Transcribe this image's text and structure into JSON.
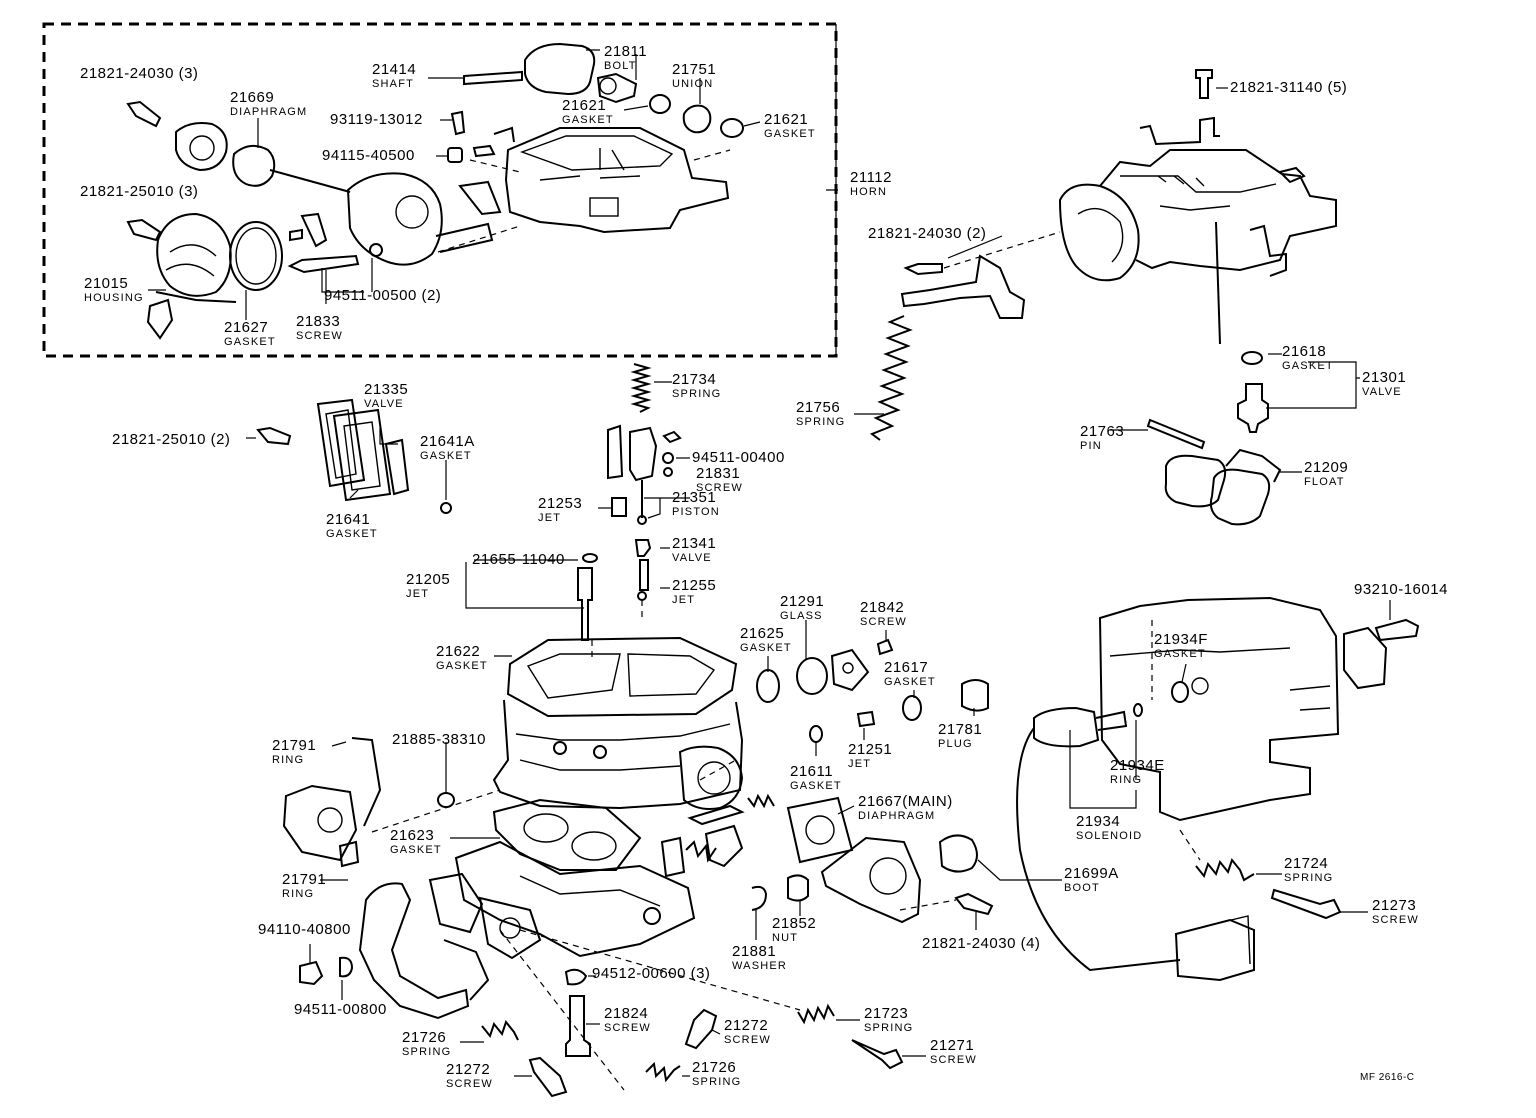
{
  "figure_ref": "MF 2616-C",
  "labels": {
    "p21821_24030_3": {
      "num": "21821-24030 (3)",
      "name": ""
    },
    "p21414": {
      "num": "21414",
      "name": "SHAFT"
    },
    "p21811": {
      "num": "21811",
      "name": "BOLT"
    },
    "p21751": {
      "num": "21751",
      "name": "UNION"
    },
    "p21669": {
      "num": "21669",
      "name": "DIAPHRAGM"
    },
    "p93119": {
      "num": "93119-13012",
      "name": ""
    },
    "p21621a": {
      "num": "21621",
      "name": "GASKET"
    },
    "p21621b": {
      "num": "21621",
      "name": "GASKET"
    },
    "p94115": {
      "num": "94115-40500",
      "name": ""
    },
    "p21821_25010_3": {
      "num": "21821-25010 (3)",
      "name": ""
    },
    "p21112": {
      "num": "21112",
      "name": "HORN"
    },
    "p21015": {
      "num": "21015",
      "name": "HOUSING"
    },
    "p94511_00500": {
      "num": "94511-00500 (2)",
      "name": ""
    },
    "p21627": {
      "num": "21627",
      "name": "GASKET"
    },
    "p21833": {
      "num": "21833",
      "name": "SCREW"
    },
    "p21821_31140": {
      "num": "21821-31140 (5)",
      "name": ""
    },
    "p21821_24030_2": {
      "num": "21821-24030 (2)",
      "name": ""
    },
    "p21618": {
      "num": "21618",
      "name": "GASKET"
    },
    "p21301": {
      "num": "21301",
      "name": "VALVE"
    },
    "p21756": {
      "num": "21756",
      "name": "SPRING"
    },
    "p21763": {
      "num": "21763",
      "name": "PIN"
    },
    "p21209": {
      "num": "21209",
      "name": "FLOAT"
    },
    "p21734": {
      "num": "21734",
      "name": "SPRING"
    },
    "p21335": {
      "num": "21335",
      "name": "VALVE"
    },
    "p21821_25010_2": {
      "num": "21821-25010 (2)",
      "name": ""
    },
    "p21641A": {
      "num": "21641A",
      "name": "GASKET"
    },
    "p94511_00400": {
      "num": "94511-00400",
      "name": ""
    },
    "p21831": {
      "num": "21831",
      "name": "SCREW"
    },
    "p21253": {
      "num": "21253",
      "name": "JET"
    },
    "p21351": {
      "num": "21351",
      "name": "PISTON"
    },
    "p21641": {
      "num": "21641",
      "name": "GASKET"
    },
    "p21341": {
      "num": "21341",
      "name": "VALVE"
    },
    "p21655": {
      "num": "21655-11040",
      "name": ""
    },
    "p21205": {
      "num": "21205",
      "name": "JET"
    },
    "p21255": {
      "num": "21255",
      "name": "JET"
    },
    "p93210": {
      "num": "93210-16014",
      "name": ""
    },
    "p21291": {
      "num": "21291",
      "name": "GLASS"
    },
    "p21842": {
      "num": "21842",
      "name": "SCREW"
    },
    "p21625": {
      "num": "21625",
      "name": "GASKET"
    },
    "p21934F": {
      "num": "21934F",
      "name": "GASKET"
    },
    "p21622": {
      "num": "21622",
      "name": "GASKET"
    },
    "p21617": {
      "num": "21617",
      "name": "GASKET"
    },
    "p21781": {
      "num": "21781",
      "name": "PLUG"
    },
    "p21791a": {
      "num": "21791",
      "name": "RING"
    },
    "p21885": {
      "num": "21885-38310",
      "name": ""
    },
    "p21251": {
      "num": "21251",
      "name": "JET"
    },
    "p21611": {
      "num": "21611",
      "name": "GASKET"
    },
    "p21934E": {
      "num": "21934E",
      "name": "RING"
    },
    "p21667": {
      "num": "21667(MAIN)",
      "name": "DIAPHRAGM"
    },
    "p21934": {
      "num": "21934",
      "name": "SOLENOID"
    },
    "p21623": {
      "num": "21623",
      "name": "GASKET"
    },
    "p21699A": {
      "num": "21699A",
      "name": "BOOT"
    },
    "p21724": {
      "num": "21724",
      "name": "SPRING"
    },
    "p21791b": {
      "num": "21791",
      "name": "RING"
    },
    "p21273": {
      "num": "21273",
      "name": "SCREW"
    },
    "p94110": {
      "num": "94110-40800",
      "name": ""
    },
    "p21852": {
      "num": "21852",
      "name": "NUT"
    },
    "p21881": {
      "num": "21881",
      "name": "WASHER"
    },
    "p21821_24030_4": {
      "num": "21821-24030 (4)",
      "name": ""
    },
    "p94511_00800": {
      "num": "94511-00800",
      "name": ""
    },
    "p94512": {
      "num": "94512-00600 (3)",
      "name": ""
    },
    "p21824": {
      "num": "21824",
      "name": "SCREW"
    },
    "p21723": {
      "num": "21723",
      "name": "SPRING"
    },
    "p21272a": {
      "num": "21272",
      "name": "SCREW"
    },
    "p21726a": {
      "num": "21726",
      "name": "SPRING"
    },
    "p21271": {
      "num": "21271",
      "name": "SCREW"
    },
    "p21272b": {
      "num": "21272",
      "name": "SCREW"
    },
    "p21726b": {
      "num": "21726",
      "name": "SPRING"
    }
  }
}
